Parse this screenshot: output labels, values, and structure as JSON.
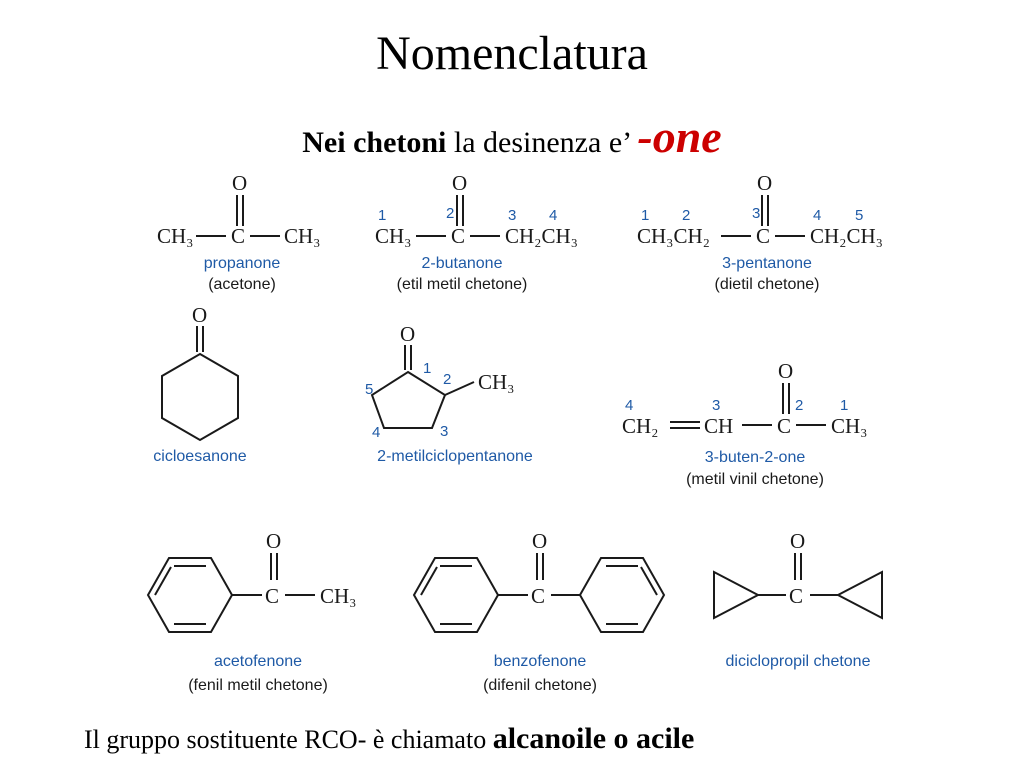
{
  "title": "Nomenclatura",
  "subtitle": {
    "bold": "Nei chetoni",
    "normal": " la desinenza e’ ",
    "suffix": "-one"
  },
  "footer": {
    "normal": "Il gruppo sostituente RCO- è chiamato ",
    "bold": "alcanoile o acile"
  },
  "atoms": {
    "O": "O",
    "C": "C",
    "CH3": "CH₃",
    "CH2CH3": "CH₂CH₃",
    "CH3CH2": "CH₃CH₂",
    "CH2": "CH₂",
    "CH": "CH"
  },
  "numbers": [
    "1",
    "2",
    "3",
    "4",
    "5"
  ],
  "compounds": {
    "propanone": {
      "name": "propanone",
      "common": "(acetone)"
    },
    "butanone": {
      "name": "2-butanone",
      "common": "(etil metil chetone)"
    },
    "pentanone": {
      "name": "3-pentanone",
      "common": "(dietil chetone)"
    },
    "cyclohexanone": {
      "name": "cicloesanone"
    },
    "methylcyclopentanone": {
      "name": "2-metilciclopentanone"
    },
    "butenone": {
      "name": "3-buten-2-one",
      "common": "(metil vinil chetone)"
    },
    "acetophenone": {
      "name": "acetofenone",
      "common": "(fenil metil chetone)"
    },
    "benzophenone": {
      "name": "benzofenone",
      "common": "(difenil chetone)"
    },
    "dicyclopropyl": {
      "name": "diciclopropil chetone"
    }
  },
  "colors": {
    "caption": "#1f5aa6",
    "suffix": "#cc0000",
    "text": "#000000"
  }
}
